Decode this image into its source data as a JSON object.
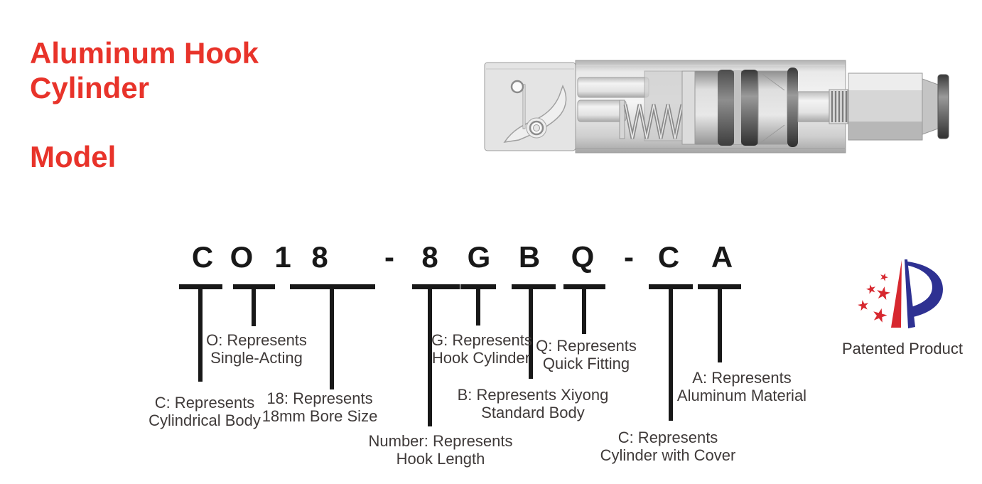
{
  "page": {
    "background": "#ffffff"
  },
  "header": {
    "title_line1": "Aluminum Hook",
    "title_line2": "Cylinder",
    "section_label": "Model",
    "accent_color": "#e8332a"
  },
  "illustration": {
    "name": "aluminum-hook-cylinder-cutaway-drawing"
  },
  "code": {
    "full": "CO18-8GBQ-CA",
    "chars": [
      "C",
      "O",
      "1",
      "8",
      "-",
      "8",
      "G",
      "B",
      "Q",
      "-",
      "C",
      "A"
    ]
  },
  "labels": [
    {
      "code": "C",
      "line1": "C: Represents",
      "line2": "Cylindrical Body"
    },
    {
      "code": "O",
      "line1": "O: Represents",
      "line2": "Single-Acting"
    },
    {
      "code": "18",
      "line1": "18: Represents",
      "line2": "18mm Bore Size"
    },
    {
      "code": "8",
      "line1": "Number: Represents",
      "line2": "Hook Length"
    },
    {
      "code": "G",
      "line1": "G: Represents",
      "line2": "Hook Cylinder"
    },
    {
      "code": "B",
      "line1": "B: Represents Xiyong",
      "line2": "Standard Body"
    },
    {
      "code": "Q",
      "line1": "Q: Represents",
      "line2": "Quick Fitting"
    },
    {
      "code": "C",
      "line1": "C: Represents",
      "line2": "Cylinder with Cover"
    },
    {
      "code": "A",
      "line1": "A: Represents",
      "line2": "Aluminum Material"
    }
  ],
  "patent": {
    "label": "Patented Product",
    "logo_red": "#d7282f",
    "logo_blue": "#2e3192"
  }
}
